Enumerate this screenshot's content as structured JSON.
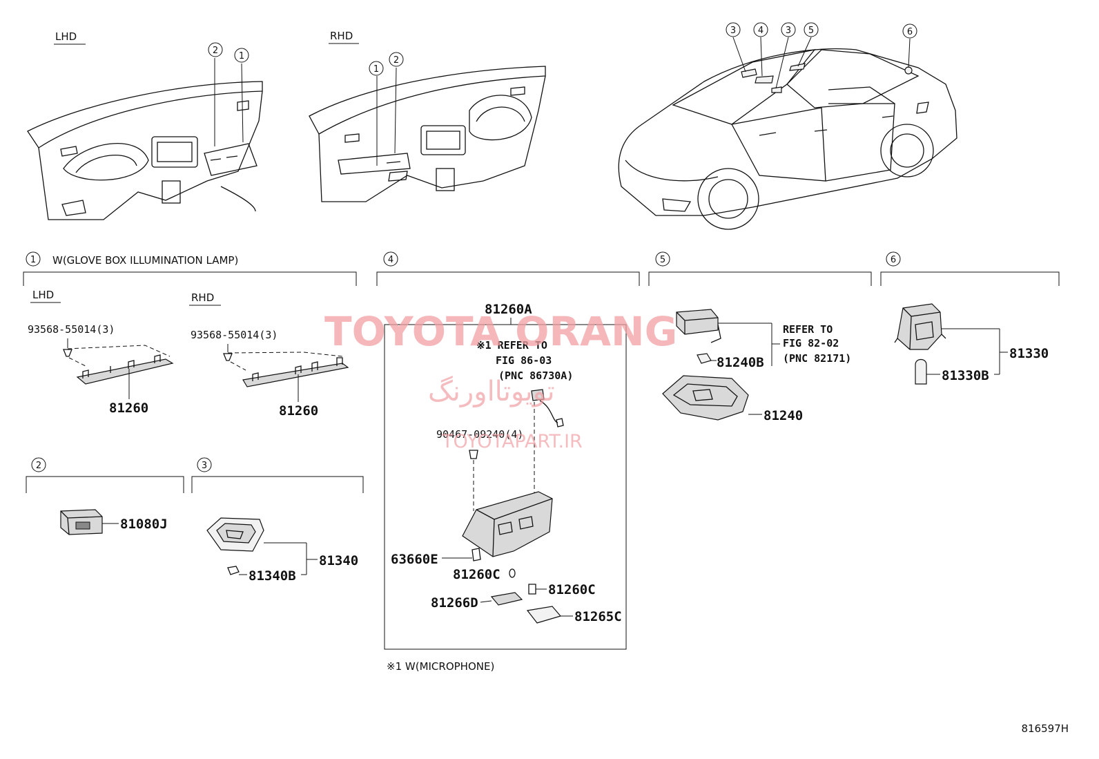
{
  "views": {
    "lhd_label": "LHD",
    "rhd_label": "RHD"
  },
  "callouts": [
    "1",
    "2",
    "3",
    "4",
    "5",
    "6"
  ],
  "sections": {
    "s1": {
      "num": "1",
      "title": "W(GLOVE BOX ILLUMINATION LAMP)",
      "lhd_label": "LHD",
      "rhd_label": "RHD",
      "lhd_screw": "93568-55014(3)",
      "rhd_screw": "93568-55014(3)",
      "lhd_part": "81260",
      "rhd_part": "81260"
    },
    "s2": {
      "num": "2",
      "part": "81080J"
    },
    "s3": {
      "num": "3",
      "part_assy": "81340",
      "part_bulb": "81340B"
    },
    "s4": {
      "num": "4",
      "part_assy": "81260A",
      "note_line1": "※1 REFER TO",
      "note_line2": "FIG 86-03",
      "note_line3": "(PNC 86730A)",
      "screw": "90467-09240(4)",
      "p_63660e": "63660E",
      "p_81260c_a": "81260C",
      "p_81260c_b": "81260C",
      "p_81266d": "81266D",
      "p_81265c": "81265C",
      "footnote": "※1 W(MICROPHONE)"
    },
    "s5": {
      "num": "5",
      "refer_line1": "REFER TO",
      "refer_line2": "FIG 82-02",
      "refer_line3": "(PNC 82171)",
      "part_bulb": "81240B",
      "part_assy": "81240"
    },
    "s6": {
      "num": "6",
      "part_assy": "81330",
      "part_bulb": "81330B"
    }
  },
  "watermark": {
    "line1": "TOYOTA ORANG",
    "line2": "تویوتااورنگ",
    "line3": "TOYOTAPART.IR"
  },
  "figure_code": "816597H"
}
